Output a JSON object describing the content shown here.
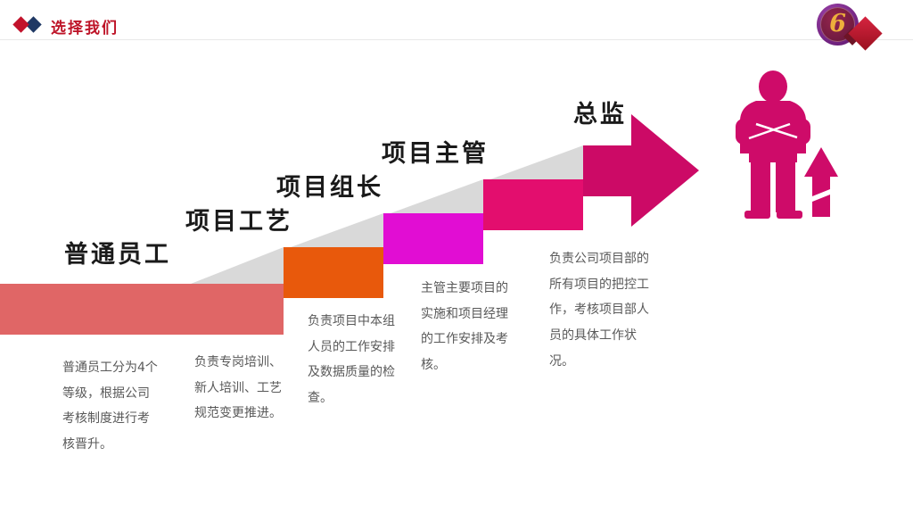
{
  "slide": {
    "title": "选择我们",
    "page_number": "6"
  },
  "colors": {
    "title_red": "#be1428",
    "diamond_red": "#c2122b",
    "diamond_navy": "#1f3864",
    "fold_gray": "#d9d9d9",
    "level1": "#e06666",
    "level2": "#e8590c",
    "level3": "#e10dd3",
    "level4": "#e30e6e",
    "arrow": "#cc0a66",
    "figure": "#ce0b69",
    "badge_purple": "#7e2b8c",
    "badge_inner": "#7a1f44",
    "badge_gold": "#edaf3c",
    "badge_diamond": "#c8102e",
    "label_text": "#1a1a1a",
    "desc_text": "#595959"
  },
  "levels": [
    {
      "title": "普通员工",
      "description": "普通员工分为4个等级，根据公司考核制度进行考核晋升。"
    },
    {
      "title": "项目工艺",
      "description": "负责专岗培训、新人培训、工艺规范变更推进。"
    },
    {
      "title": "项目组长",
      "description": "负责项目中本组人员的工作安排及数据质量的检查。"
    },
    {
      "title": "项目主管",
      "description": "主管主要项目的实施和项目经理的工作安排及考核。"
    },
    {
      "title": "总监",
      "description": "负责公司项目部的所有项目的把控工作，考核项目部人员的具体工作状况。"
    }
  ]
}
